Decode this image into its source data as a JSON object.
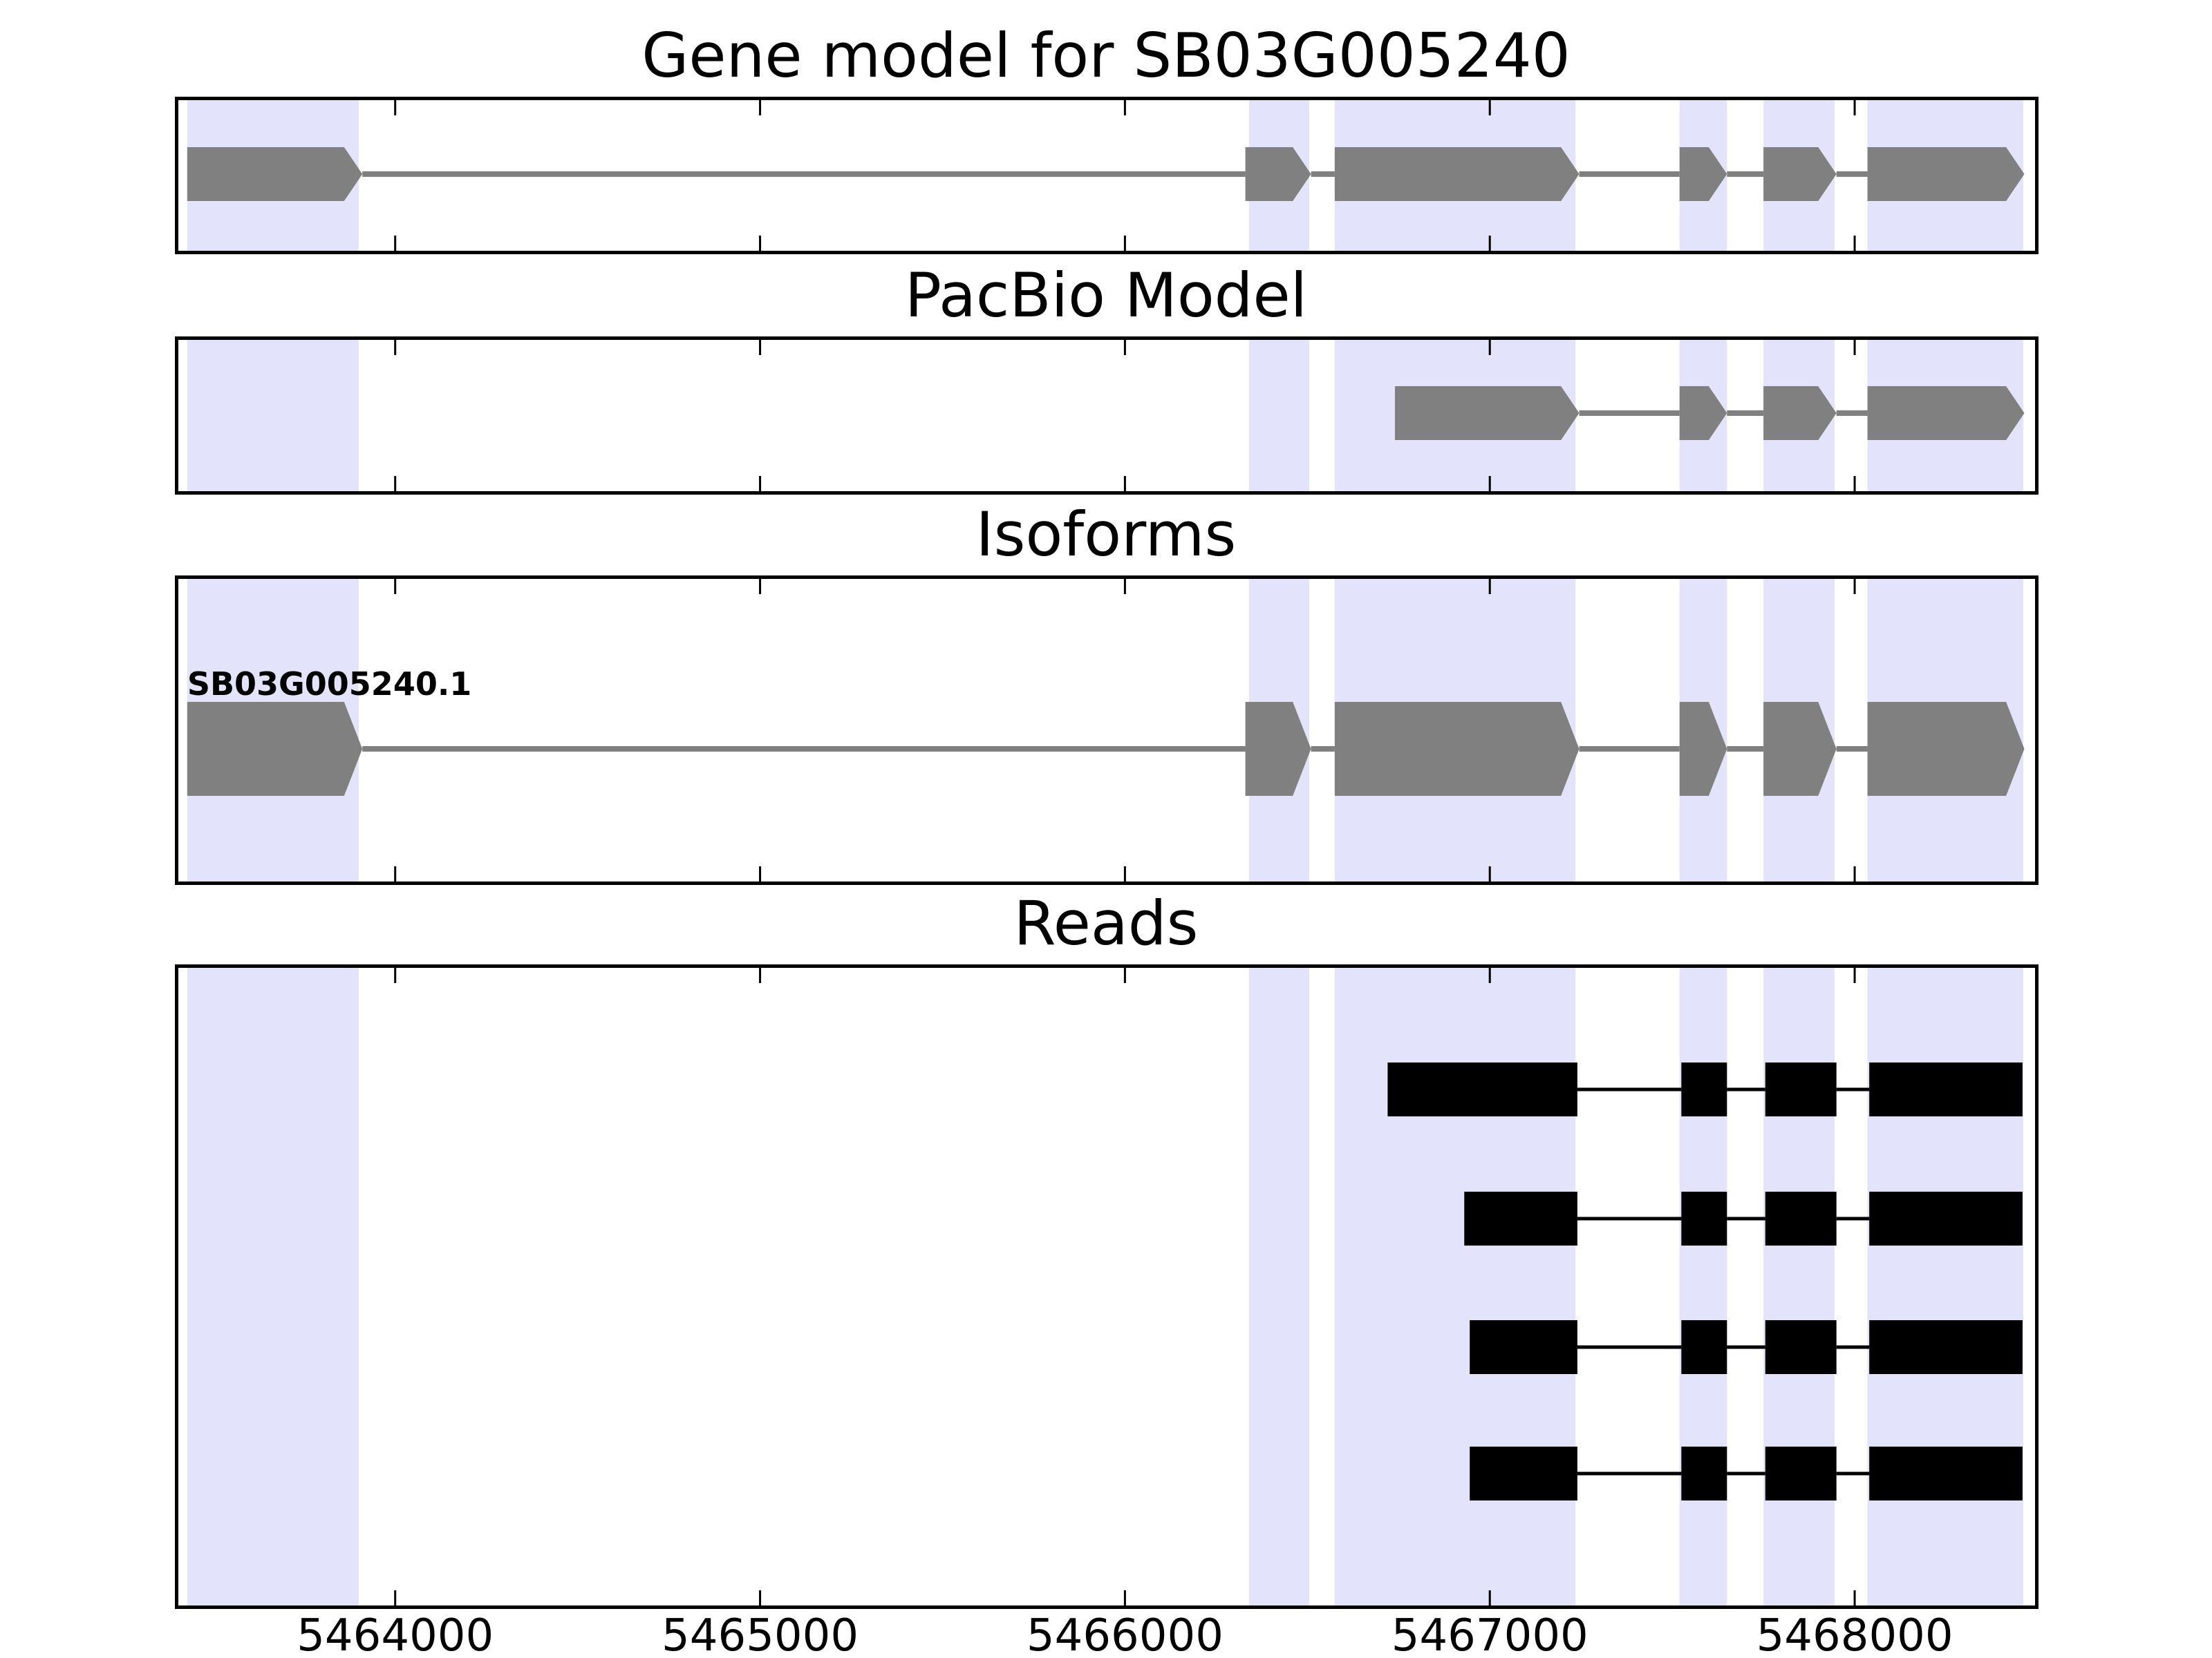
{
  "figure": {
    "background": "#ffffff",
    "band_color": "#e3e3fb",
    "model_color": "#808080",
    "read_color": "#000000",
    "border_color": "#000000"
  },
  "chart_data": {
    "type": "genomic-track-plot",
    "xlim": [
      5463400,
      5468500
    ],
    "xticks": [
      5464000,
      5465000,
      5466000,
      5467000,
      5468000
    ],
    "xtick_labels": [
      "5464000",
      "5465000",
      "5466000",
      "5467000",
      "5468000"
    ],
    "grid": false,
    "highlight_color": "#e3e3fb",
    "highlight_regions": [
      [
        5463430,
        5463900
      ],
      [
        5466340,
        5466505
      ],
      [
        5466575,
        5467235
      ],
      [
        5467520,
        5467650
      ],
      [
        5467750,
        5467945
      ],
      [
        5468035,
        5468462
      ]
    ],
    "arrow_tip_bp": 50,
    "strand_direction": "right",
    "panels": [
      {
        "title": "Gene model for SB03G005240",
        "style": "arrow",
        "color": "#808080",
        "intron_line_width": 8,
        "rows": [
          {
            "label": "",
            "exons": [
              [
                5463430,
                5463910
              ],
              [
                5466330,
                5466510
              ],
              [
                5466575,
                5467245
              ],
              [
                5467520,
                5467650
              ],
              [
                5467750,
                5467950
              ],
              [
                5468035,
                5468465
              ]
            ]
          }
        ]
      },
      {
        "title": "PacBio Model",
        "style": "arrow",
        "color": "#808080",
        "intron_line_width": 8,
        "rows": [
          {
            "label": "",
            "exons": [
              [
                5466740,
                5467245
              ],
              [
                5467520,
                5467650
              ],
              [
                5467750,
                5467950
              ],
              [
                5468035,
                5468465
              ]
            ]
          }
        ]
      },
      {
        "title": "Isoforms",
        "style": "arrow",
        "color": "#808080",
        "intron_line_width": 8,
        "rows": [
          {
            "label": "SB03G005240.1",
            "exons": [
              [
                5463430,
                5463910
              ],
              [
                5466330,
                5466510
              ],
              [
                5466575,
                5467245
              ],
              [
                5467520,
                5467650
              ],
              [
                5467750,
                5467950
              ],
              [
                5468035,
                5468465
              ]
            ]
          }
        ]
      },
      {
        "title": "Reads",
        "style": "rect",
        "color": "#000000",
        "intron_line_width": 5,
        "rows": [
          {
            "label": "",
            "exons": [
              [
                5466720,
                5467240
              ],
              [
                5467525,
                5467650
              ],
              [
                5467755,
                5467950
              ],
              [
                5468040,
                5468460
              ]
            ]
          },
          {
            "label": "",
            "exons": [
              [
                5466930,
                5467240
              ],
              [
                5467525,
                5467650
              ],
              [
                5467755,
                5467950
              ],
              [
                5468040,
                5468460
              ]
            ]
          },
          {
            "label": "",
            "exons": [
              [
                5466945,
                5467240
              ],
              [
                5467525,
                5467650
              ],
              [
                5467755,
                5467950
              ],
              [
                5468040,
                5468460
              ]
            ]
          },
          {
            "label": "",
            "exons": [
              [
                5466945,
                5467240
              ],
              [
                5467525,
                5467650
              ],
              [
                5467755,
                5467950
              ],
              [
                5468040,
                5468460
              ]
            ]
          }
        ]
      }
    ]
  }
}
